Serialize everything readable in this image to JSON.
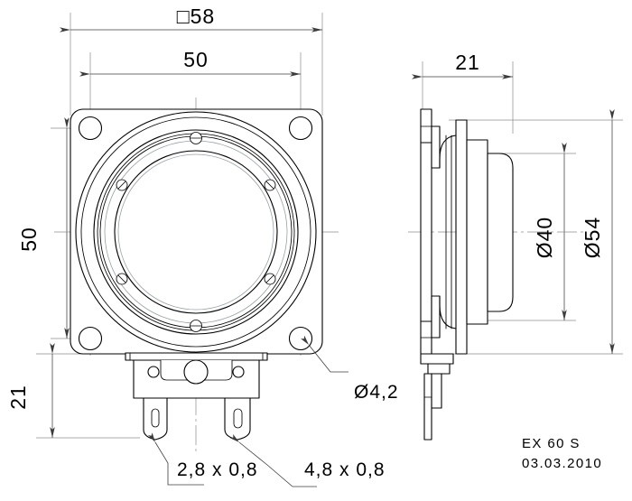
{
  "drawing": {
    "title_block": {
      "part_number": "EX 60 S",
      "date": "03.03.2010"
    },
    "front_view": {
      "name": "front-view",
      "dimensions": {
        "overall_square": "□58",
        "bolt_circle_horizontal": "50",
        "bolt_circle_vertical": "50",
        "terminal_depth": "21"
      },
      "callouts": {
        "mounting_hole": "Ø4,2",
        "terminal_small": "2,8 x 0,8",
        "terminal_large": "4,8 x 0,8"
      }
    },
    "side_view": {
      "name": "side-view",
      "dimensions": {
        "depth": "21",
        "cone_diameter": "Ø40",
        "body_diameter": "Ø54"
      }
    },
    "style": {
      "line_color": "#000000",
      "dim_color": "#3c3c3c",
      "ext_color": "#8c8c8c",
      "faint_color": "#9aa0a6",
      "background": "#ffffff"
    }
  }
}
